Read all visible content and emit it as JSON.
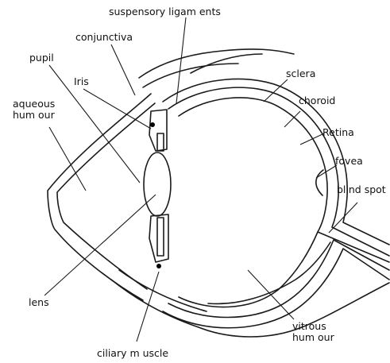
{
  "labels": {
    "suspensory_ligaments": "suspensory ligam ents",
    "conjunctiva": "conjunctiva",
    "pupil": "pupil",
    "iris": "Iris",
    "aqueous_humour": "aqueous\nhum our",
    "sclera": "sclera",
    "choroid": "choroid",
    "retina": "Retina",
    "fovea": "fovea",
    "blind_spot": "blind spot",
    "lens": "lens",
    "vitrous_humour": "vitrous\nhum our",
    "ciliary_muscle": "ciliary m uscle"
  }
}
